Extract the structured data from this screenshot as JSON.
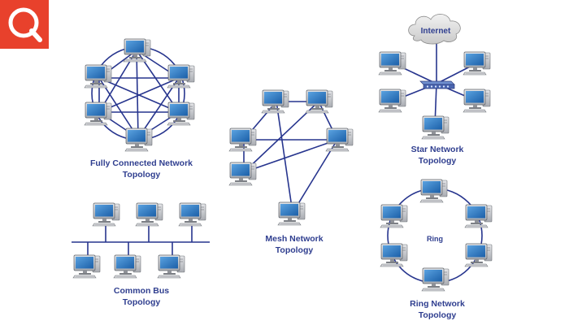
{
  "brand": {
    "logo_color": "#e8412c",
    "logo_icon": "magnifier-q-icon"
  },
  "colors": {
    "link": "#27358e",
    "caption": "#2f3e8f",
    "monitor_body": "#c5c7cb",
    "screen": "#1f66b0",
    "tower": "#d4d6da"
  },
  "topologies": {
    "fully_connected": {
      "caption_line1": "Fully Connected Network",
      "caption_line2": "Topology"
    },
    "mesh": {
      "caption_line1": "Mesh Network",
      "caption_line2": "Topology"
    },
    "star": {
      "caption_line1": "Star Network",
      "caption_line2": "Topology",
      "cloud_label": "Internet"
    },
    "bus": {
      "caption_line1": "Common Bus",
      "caption_line2": "Topology"
    },
    "ring": {
      "caption_line1": "Ring Network",
      "caption_line2": "Topology",
      "center_label": "Ring"
    }
  }
}
